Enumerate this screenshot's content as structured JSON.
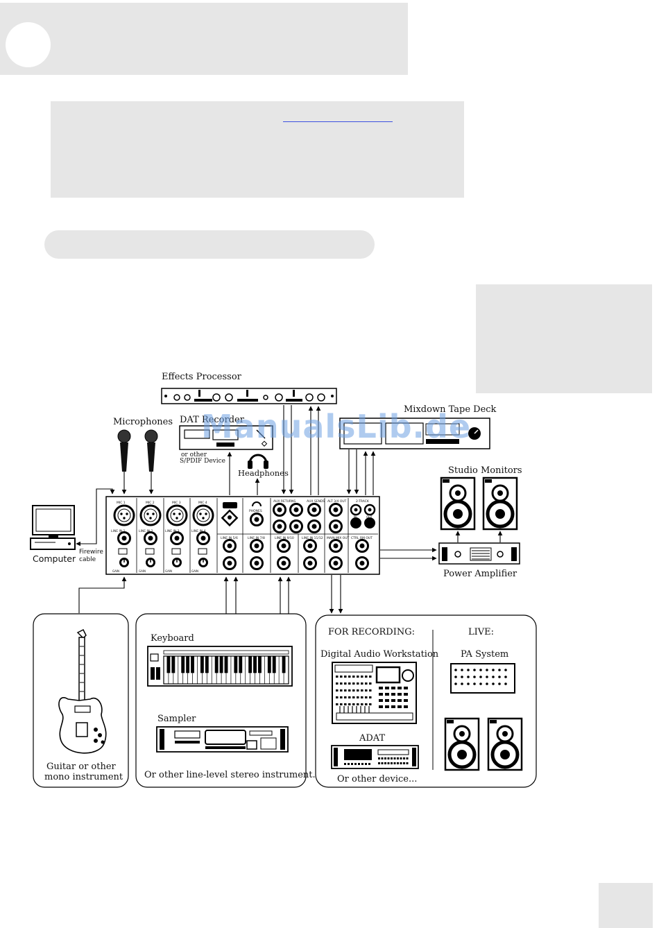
{
  "diagram": {
    "labels": {
      "effects_processor": "Effects Processor",
      "mixdown_tape_deck": "Mixdown Tape Deck",
      "microphones": "Microphones",
      "dat_recorder": "DAT Recorder",
      "or_other": "or other",
      "spdif_device": "S/PDIF Device",
      "headphones": "Headphones",
      "studio_monitors": "Studio Monitors",
      "computer": "Computer",
      "firewire": "Firewire",
      "cable": "cable",
      "power_amplifier": "Power Amplifier",
      "keyboard": "Keyboard",
      "sampler": "Sampler",
      "guitar_line1": "Guitar or other",
      "guitar_line2": "mono instrument",
      "stereo_instrument": "Or other line-level stereo instrument...",
      "for_recording": "FOR RECORDING:",
      "live": "LIVE:",
      "daw": "Digital Audio Workstation",
      "pa_system": "PA System",
      "adat": "ADAT",
      "other_device": "Or other device..."
    },
    "mixer": {
      "mic_channels": [
        "MIC 1",
        "MIC 2",
        "MIC 3",
        "MIC 4"
      ],
      "line_inputs": [
        "LINE IN 1",
        "LINE IN 2",
        "LINE IN 3",
        "LINE IN 4"
      ],
      "sections": [
        "LINE IN 5/6",
        "LINE IN 7/8",
        "LINE IN 9/10",
        "LINE IN 11/12",
        "MAIN MIX OUT",
        "CTRL RM OUT"
      ],
      "upper_sections": [
        "PHONES",
        "AUX RETURNS",
        "AUX SENDS",
        "ALT 3/4 OUT",
        "2-TRACK"
      ],
      "gain_label": "GAIN",
      "two_track": [
        "IN",
        "OUT"
      ]
    }
  },
  "watermark": "ManualsLib.de"
}
